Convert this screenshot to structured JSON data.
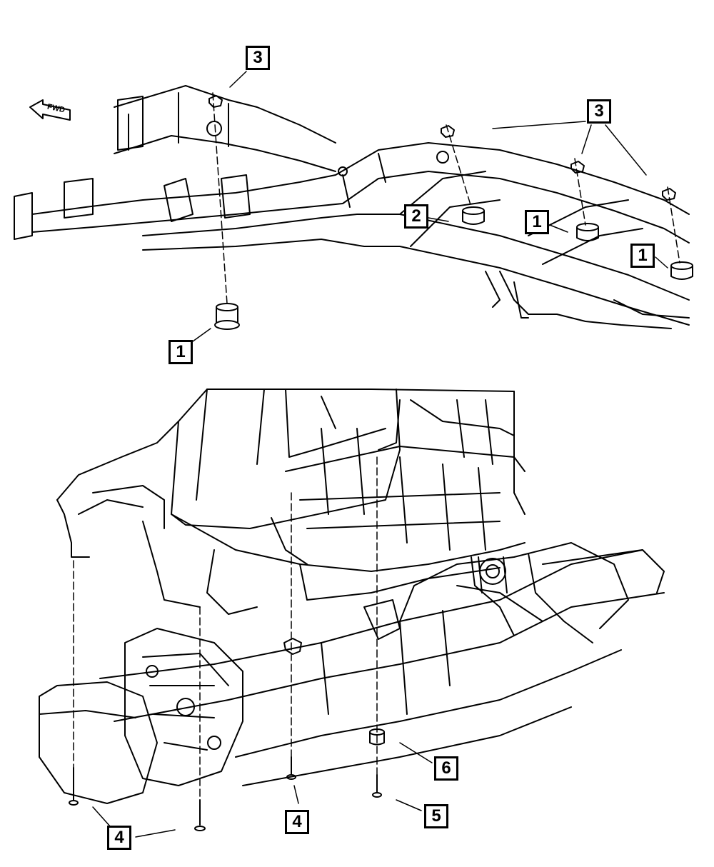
{
  "diagram": {
    "direction_label": "FWD",
    "callouts": [
      {
        "id": "c3-top-left",
        "label": "3"
      },
      {
        "id": "c3-top-right",
        "label": "3"
      },
      {
        "id": "c2",
        "label": "2"
      },
      {
        "id": "c1-middle",
        "label": "1"
      },
      {
        "id": "c1-right",
        "label": "1"
      },
      {
        "id": "c1-left",
        "label": "1"
      },
      {
        "id": "c6",
        "label": "6"
      },
      {
        "id": "c4-center",
        "label": "4"
      },
      {
        "id": "c5",
        "label": "5"
      },
      {
        "id": "c4-left",
        "label": "4"
      }
    ]
  }
}
